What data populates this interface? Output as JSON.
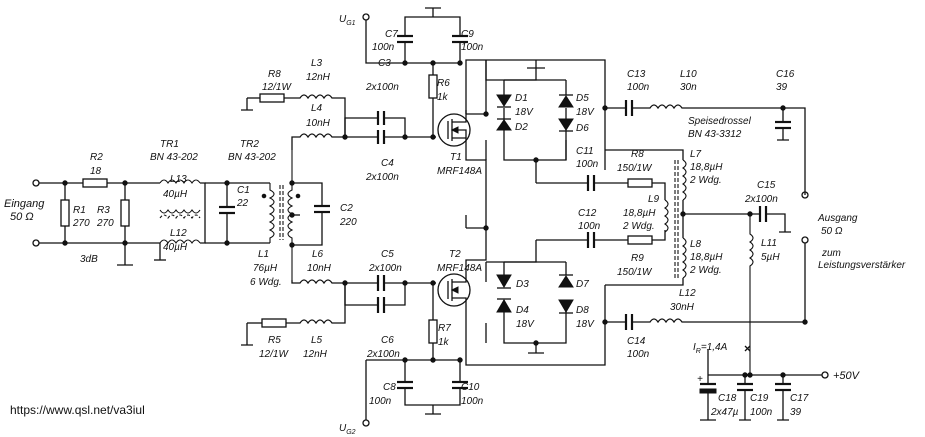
{
  "watermark": "https://www.qsl.net/va3iul",
  "labels": {
    "eingang": "Eingang",
    "eingang_z": "50 Ω",
    "db": "3dB",
    "r2n": "R2",
    "r2v": "18",
    "r1n": "R1",
    "r1v": "270",
    "r3n": "R3",
    "r3v": "270",
    "tr1n": "TR1",
    "tr1v": "BN 43-202",
    "tr2n": "TR2",
    "tr2v": "BN 43-202",
    "l13n": "L13",
    "l13v": "40µH",
    "l12n": "L12",
    "l12v": "40µH",
    "c1n": "C1",
    "c1v": "22",
    "c2n": "C2",
    "c2v": "220",
    "l1n": "L1",
    "l1v": "76µH",
    "l1w": "6 Wdg.",
    "r8n": "R8",
    "r8v": "12/1W",
    "l3n": "L3",
    "l3v": "12nH",
    "l4n": "L4",
    "l4v": "10nH",
    "c3n": "C3",
    "c3v": "2x100n",
    "c4n": "C4",
    "c4v": "2x100n",
    "ug1": "U",
    "ug1s": "G1",
    "c7n": "C7",
    "c7v": "100n",
    "c9n": "C9",
    "c9v": "100n",
    "r6n": "R6",
    "r6v": "1k",
    "t1n": "T1",
    "t1v": "MRF148A",
    "d1n": "D1",
    "d1v": "18V",
    "d2n": "D2",
    "d5n": "D5",
    "d5v": "18V",
    "d6n": "D6",
    "c13n": "C13",
    "c13v": "100n",
    "l10n": "L10",
    "l10v": "30n",
    "c16n": "C16",
    "c16v": "39",
    "speise1": "Speisedrossel",
    "speise2": "BN 43-3312",
    "c11n": "C11",
    "c11v": "100n",
    "r8bn": "R8",
    "r8bv": "150/1W",
    "l7n": "L7",
    "l7v": "18,8µH",
    "l7w": "2 Wdg.",
    "l9n": "L9",
    "l9v": "18,8µH",
    "l9w": "2 Wdg.",
    "c15n": "C15",
    "c15v": "2x100n",
    "ausgang": "Ausgang",
    "ausgang_z": "50 Ω",
    "zum": "zum",
    "leistung": "Leistungsverstärker",
    "c12n": "C12",
    "c12v": "100n",
    "r9n": "R9",
    "r9v": "150/1W",
    "l8n": "L8",
    "l8v": "18,8µH",
    "l8w": "2 Wdg.",
    "l11n": "L11",
    "l11v": "5µH",
    "l6n": "L6",
    "l6v": "10nH",
    "c5n": "C5",
    "c5v": "2x100n",
    "t2n": "T2",
    "t2v": "MRF148A",
    "d3n": "D3",
    "d4n": "D4",
    "d4v": "18V",
    "d7n": "D7",
    "d8n": "D8",
    "d8v": "18V",
    "l12bn": "L12",
    "l12bv": "30nH",
    "c14n": "C14",
    "c14v": "100n",
    "ir": "I",
    "irs": "R",
    "irv": "=1,4A",
    "plus50": "+50V",
    "r5n": "R5",
    "r5v": "12/1W",
    "l5n": "L5",
    "l5v": "12nH",
    "c6n": "C6",
    "c6v": "2x100n",
    "r7n": "R7",
    "r7v": "1k",
    "c8n": "C8",
    "c8v": "100n",
    "c10n": "C10",
    "c10v": "100n",
    "ug2": "U",
    "ug2s": "G2",
    "c18n": "C18",
    "c18v": "2x47µ",
    "c19n": "C19",
    "c19v": "100n",
    "c17n": "C17",
    "c17v": "39"
  }
}
